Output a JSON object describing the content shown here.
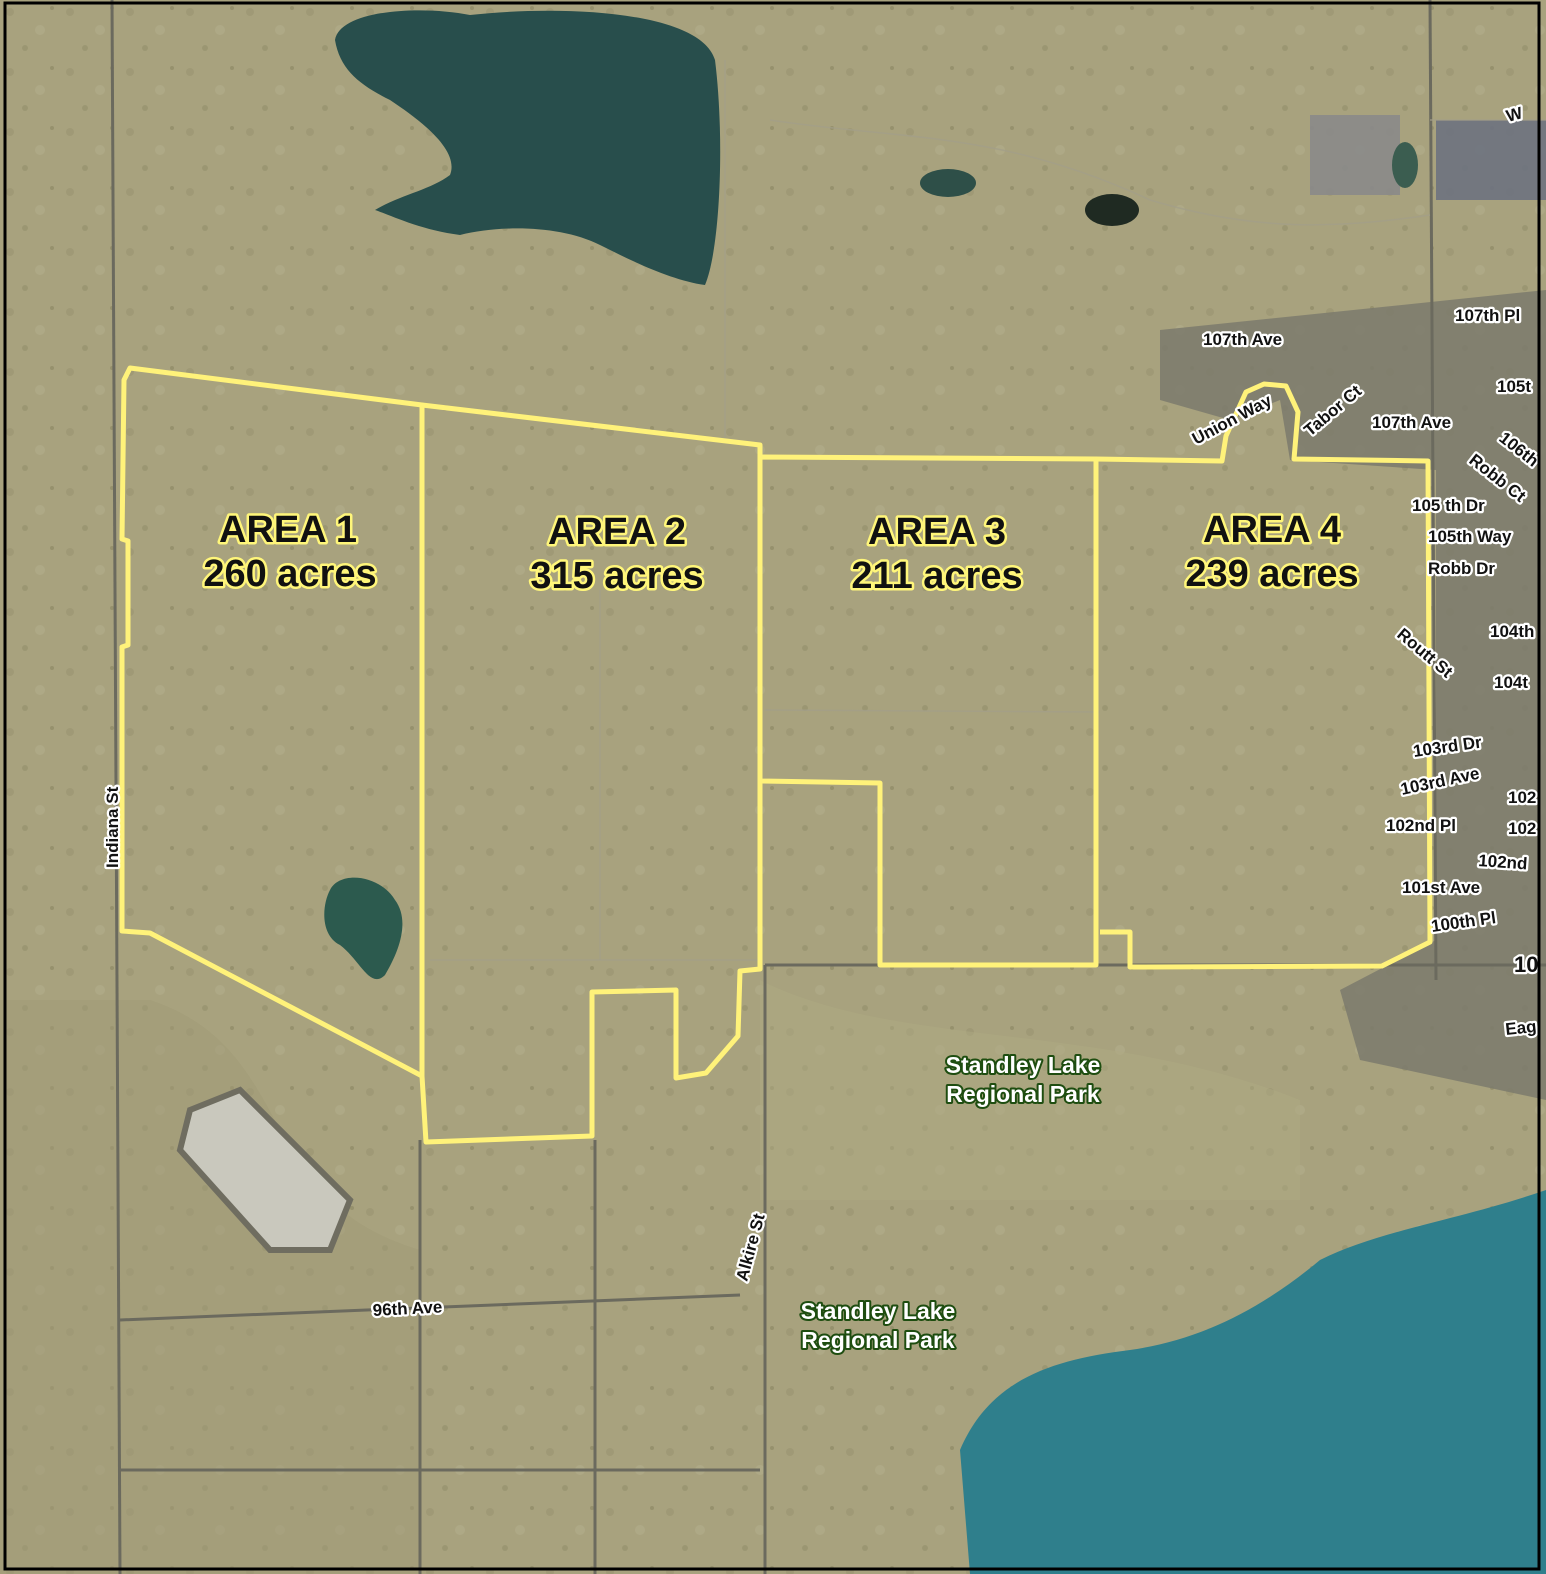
{
  "areas": [
    {
      "name": "AREA 1",
      "acres": "260 acres"
    },
    {
      "name": "AREA 2",
      "acres": "315 acres"
    },
    {
      "name": "AREA 3",
      "acres": "211 acres"
    },
    {
      "name": "AREA 4",
      "acres": "239 acres"
    }
  ],
  "park_labels": [
    {
      "line1": "Standley Lake",
      "line2": "Regional Park"
    },
    {
      "line1": "Standley Lake",
      "line2": "Regional Park"
    }
  ],
  "streets": {
    "indiana": "Indiana St",
    "ave96": "96th   Ave",
    "alkire": "Alkire St",
    "ave107": "107th   Ave",
    "union_way": "Union Way",
    "tabor_ct": "Tabor   Ct",
    "ave107b": "107th   Ave",
    "pl107": "107th  Pl",
    "st105": "105t",
    "th106": "106th",
    "robb_ct": "Robb  Ct",
    "dr105": "105 th  Dr",
    "way105": "105th  Way",
    "robb_dr": "Robb  Dr",
    "th104a": "104th",
    "routt_st": "Routt  St",
    "th104b": "104t",
    "dr103": "103rd  Dr",
    "ave103": "103rd  Ave",
    "pl102": "102nd  Pl",
    "nd102a": "102",
    "nd102b": "102",
    "nd102c": "102nd",
    "ave101": "101st  Ave",
    "pl100": "100th  Pl",
    "w_edge": "W",
    "eag": "Eag",
    "ten": "10"
  },
  "colors": {
    "boundary": "#fff27a",
    "land": "#a8a27e",
    "lake_north": "#284e4c",
    "lake_south": "#2f7f8c"
  }
}
